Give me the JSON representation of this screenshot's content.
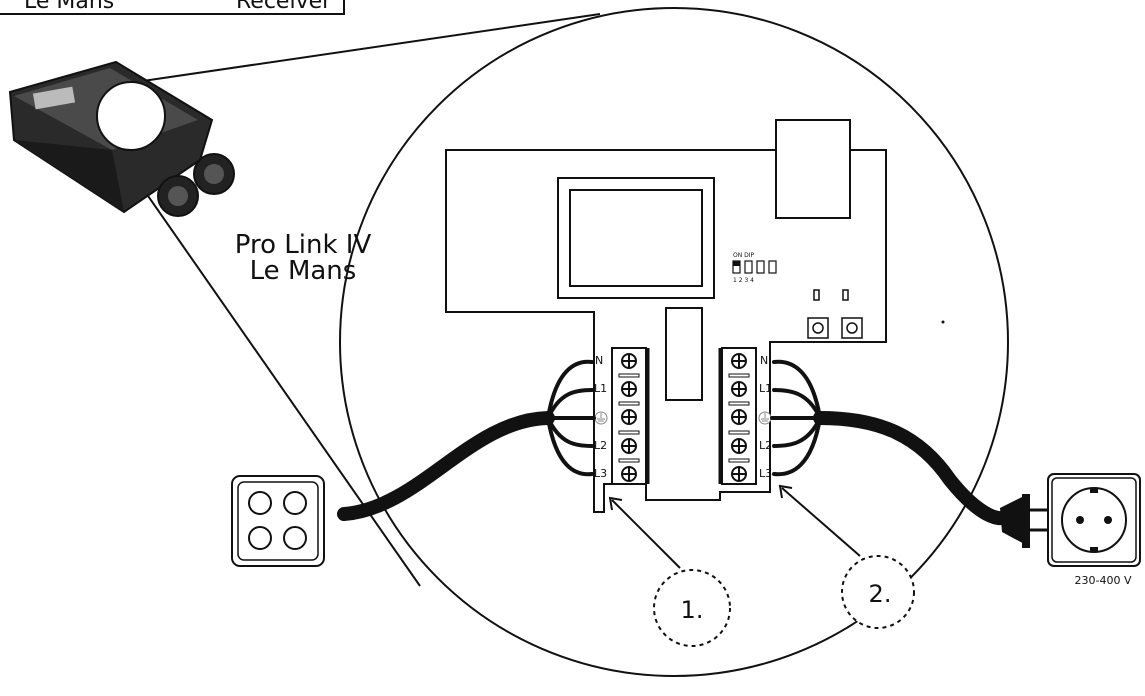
{
  "device": {
    "name_line1": "Pro Link IV",
    "name_line2": "Le Mans"
  },
  "top_box": {
    "left_text": "Le Mans",
    "right_text": "Receiver"
  },
  "dip_switch": {
    "label": "ON DIP",
    "numbers": "1 2 3 4"
  },
  "terminals_left": [
    "N",
    "L1",
    "L2",
    "L3"
  ],
  "terminals_right": [
    "N",
    "L1",
    "L2",
    "L3"
  ],
  "callouts": [
    "1.",
    "2."
  ],
  "socket": {
    "voltage": "230-400 V"
  },
  "colors": {
    "ink": "#111111",
    "paper": "#ffffff",
    "cable": "#111111",
    "housing": "#2a2a2a",
    "ground": "#888888"
  }
}
